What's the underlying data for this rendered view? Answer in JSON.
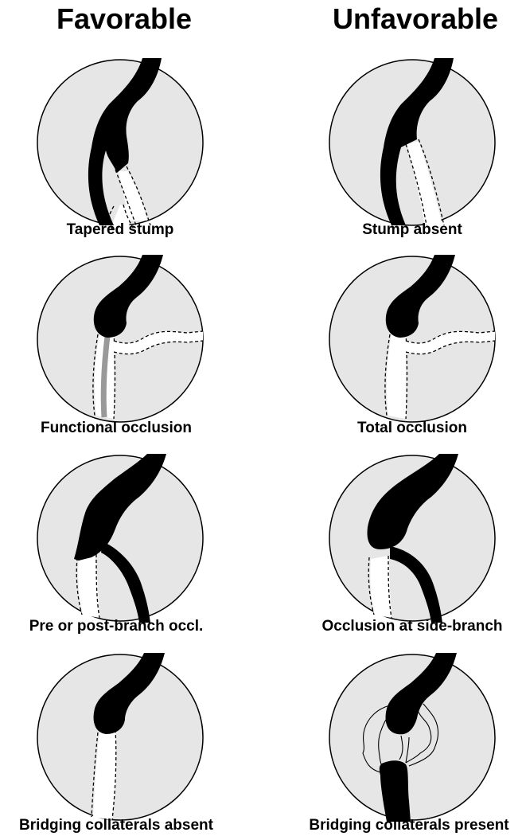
{
  "headings": {
    "favorable": "Favorable",
    "unfavorable": "Unfavorable"
  },
  "captions": {
    "tapered_stump": "Tapered stump",
    "stump_absent": "Stump absent",
    "functional_occlusion": "Functional occlusion",
    "total_occlusion": "Total occlusion",
    "pre_post_branch": "Pre or post-branch occl.",
    "occlusion_side_branch": "Occlusion at side-branch",
    "bridging_absent": "Bridging collaterals absent",
    "bridging_present": "Bridging collaterals present"
  },
  "colors": {
    "circle_fill": "#e6e6e6",
    "vessel": "#000000",
    "occluded_segment": "#ffffff",
    "functional_channel": "#999999"
  }
}
